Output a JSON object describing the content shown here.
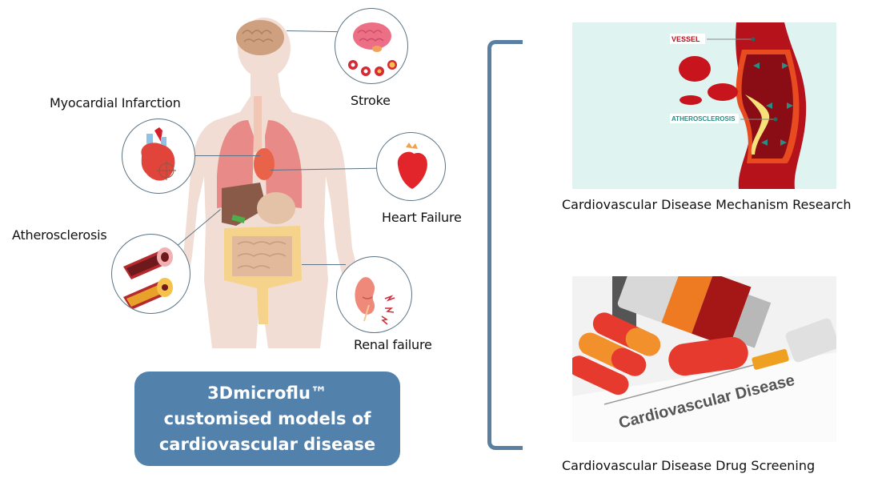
{
  "diagram": {
    "conditions": [
      {
        "id": "stroke",
        "label": "Stroke",
        "icon": "brain-with-vessels-icon"
      },
      {
        "id": "myocardial-infarction",
        "label": "Myocardial Infarction",
        "icon": "heart-target-icon"
      },
      {
        "id": "heart-failure",
        "label": "Heart Failure",
        "icon": "heart-icon"
      },
      {
        "id": "atherosclerosis",
        "label": "Atherosclerosis",
        "icon": "artery-plaque-icon"
      },
      {
        "id": "renal-failure",
        "label": "Renal failure",
        "icon": "kidney-icon"
      }
    ],
    "title_box": {
      "line1": "3Dmicroflu™",
      "line2": "customised models of",
      "line3": "cardiovascular disease"
    },
    "applications": [
      {
        "caption": "Cardiovascular Disease Mechanism Research",
        "image": "vessel-atherosclerosis-illustration",
        "image_labels": {
          "vessel": "VESSEL",
          "atherosclerosis": "ATHEROSCLEROSIS"
        }
      },
      {
        "caption": "Cardiovascular Disease Drug Screening",
        "image": "pills-and-syringe-photo",
        "image_text": "Cardiovascular Disease"
      }
    ],
    "colors": {
      "title_box": "#5281ac",
      "bracket": "#5a7fa0",
      "connector": "#5a7385",
      "body_silhouette": "#f1ddd3",
      "vessel_bg": "#dff3f1",
      "blood_red": "#b5121b"
    }
  }
}
